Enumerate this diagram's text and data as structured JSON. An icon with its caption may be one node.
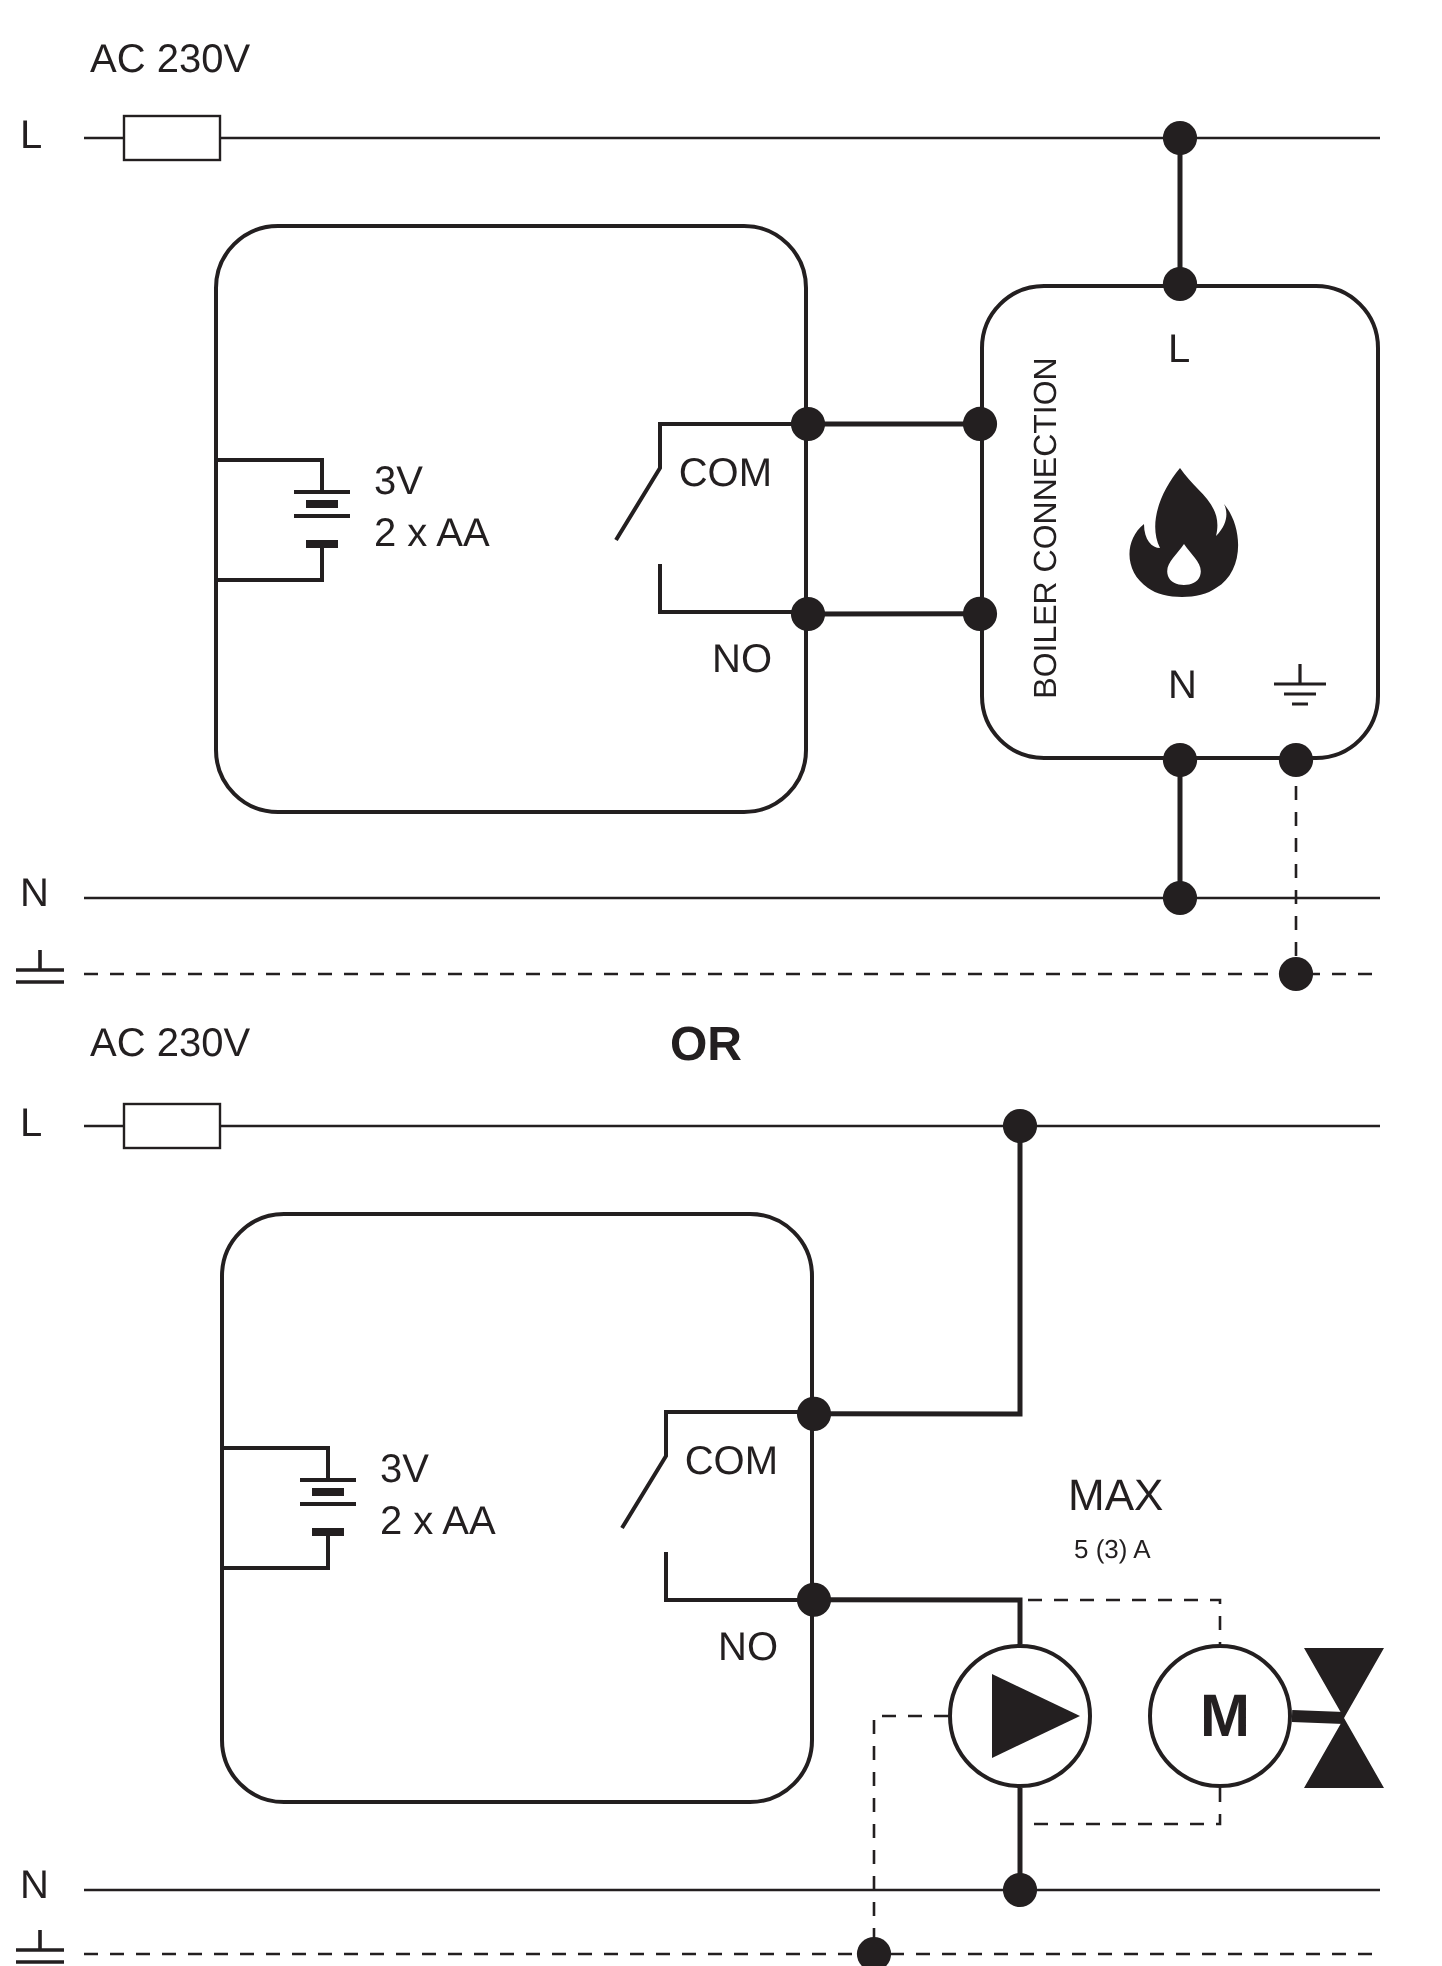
{
  "diagram": {
    "nodes": [
      {
        "text": [
          "3V",
          "2 x AA",
          "COM",
          "NO"
        ]
      },
      {
        "text": [
          "BOILER CONNECTION",
          "L",
          "N"
        ]
      },
      {
        "text": [
          "3V",
          "2 x AA",
          "COM",
          "NO"
        ]
      },
      {
        "text": [],
        "shape": "circle"
      },
      {
        "text": [
          "M"
        ]
      },
      {
        "text": [],
        "shape": "valve"
      }
    ],
    "edges": [
      {
        "from": null,
        "to": 1,
        "arrow": "other"
      },
      {
        "from": 0,
        "to": 1,
        "arrow": "other"
      },
      {
        "from": 0,
        "to": 1,
        "arrow": "other"
      },
      {
        "from": 1,
        "to": null,
        "arrow": "other"
      },
      {
        "from": 1,
        "to": null,
        "arrow": "other",
        "style": "dashed"
      },
      {
        "from": 2,
        "to": null,
        "arrow": "other"
      },
      {
        "from": 2,
        "to": 3,
        "arrow": "other"
      },
      {
        "from": 3,
        "to": null,
        "arrow": "other"
      },
      {
        "from": 3,
        "to": 4,
        "arrow": "none",
        "style": "dashed"
      },
      {
        "from": 4,
        "to": 3,
        "arrow": "none",
        "style": "dashed"
      },
      {
        "from": 3,
        "to": null,
        "arrow": "other",
        "style": "dashed"
      },
      {
        "from": 4,
        "to": 5,
        "arrow": "none",
        "style": "thick"
      }
    ],
    "labels": [
      "AC 230V",
      "L",
      "N",
      "AC 230V",
      "OR",
      "L",
      "N",
      "MAX",
      "5 (3) A"
    ]
  }
}
